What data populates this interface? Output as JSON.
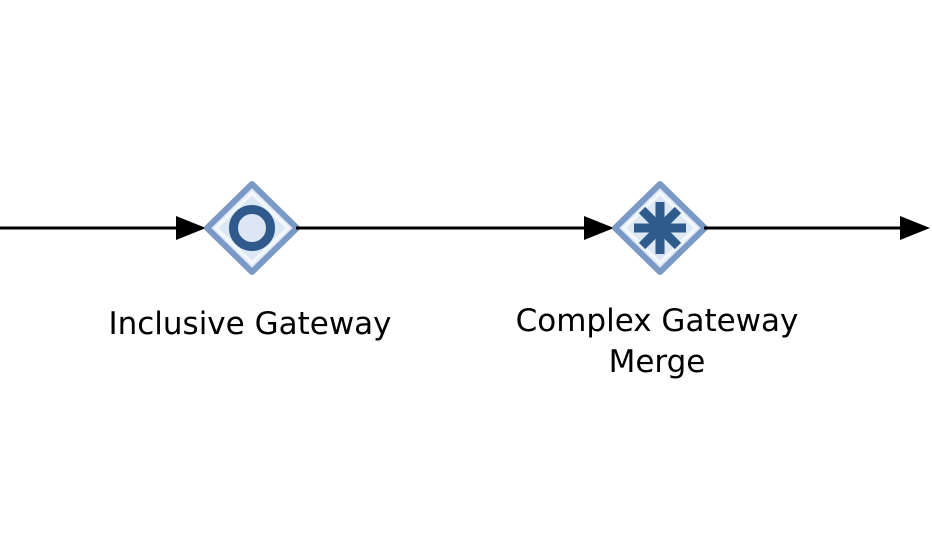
{
  "diagram": {
    "kind": "bpmn-process-fragment",
    "background_color": "#ffffff"
  },
  "palette": {
    "flow_line": "#000000",
    "gateway_border": "#7b99c6",
    "gateway_fill": "#dce7f3",
    "gateway_bevel": "#f3f8fc",
    "gateway_icon": "#2e5b8c",
    "label_color": "#000000"
  },
  "nodes": [
    {
      "name": "inclusive-gateway",
      "label": "Inclusive Gateway",
      "icon": "circle-icon"
    },
    {
      "name": "complex-gateway-merge",
      "label_line1": "Complex Gateway",
      "label_line2": "Merge",
      "icon": "asterisk-icon"
    }
  ]
}
